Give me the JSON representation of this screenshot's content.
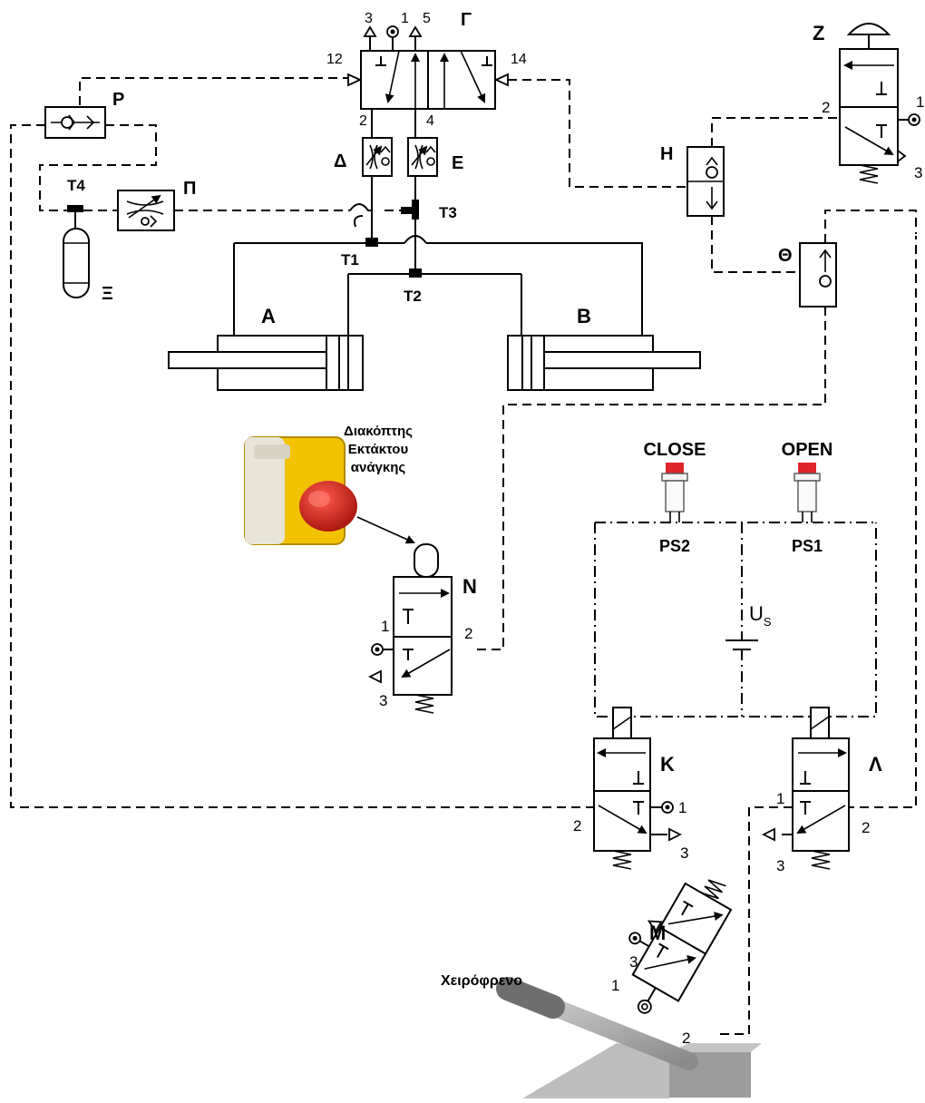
{
  "diagram": {
    "labels": {
      "valve_gamma": "Γ",
      "throttle_delta": "Δ",
      "throttle_e": "Ε",
      "shuttle_h": "Η",
      "shuttle_theta": "Θ",
      "check_p": "Ρ",
      "throttle_pi": "Π",
      "reservoir_xi": "Ξ",
      "valve_z": "Z",
      "valve_n": "N",
      "valve_k": "Κ",
      "valve_lambda": "Λ",
      "valve_m": "M",
      "cyl_a": "A",
      "cyl_b": "B",
      "tee_1": "T1",
      "tee_2": "T2",
      "tee_3": "T3",
      "tee_4": "T4",
      "ps1": "PS1",
      "ps2": "PS2",
      "close": "CLOSE",
      "open": "OPEN",
      "us_main": "U",
      "us_sub": "S",
      "emergency_line1": "Διακόπτης",
      "emergency_line2": "Εκτάκτου",
      "emergency_line3": "ανάγκης",
      "handbrake": "Χειρόφρενο"
    },
    "ports": {
      "p1": "1",
      "p2": "2",
      "p3": "3",
      "p4": "4",
      "p5": "5",
      "p12": "12",
      "p14": "14"
    },
    "colors": {
      "line": "#000000",
      "emergency_housing": "#f2c200",
      "emergency_button": "#d9261c",
      "pushbutton_cap": "#e0242c",
      "handbrake_metal": "#bdbdbd"
    }
  }
}
